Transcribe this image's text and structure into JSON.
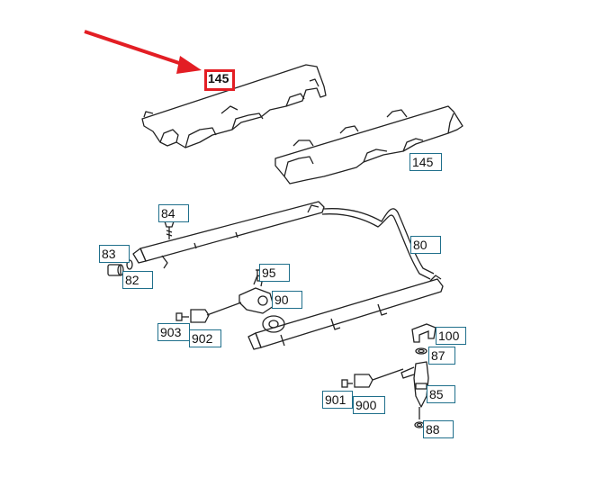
{
  "callouts": {
    "c145_top": "145",
    "c145": "145",
    "c84": "84",
    "c83": "83",
    "c82": "82",
    "c80": "80",
    "c95": "95",
    "c90": "90",
    "c903": "903",
    "c902": "902",
    "c100": "100",
    "c87": "87",
    "c85": "85",
    "c901": "901",
    "c900": "900",
    "c88": "88"
  },
  "colors": {
    "line": "#222222",
    "callout_border": "#1f6f8b",
    "highlight": "#e31e24"
  }
}
